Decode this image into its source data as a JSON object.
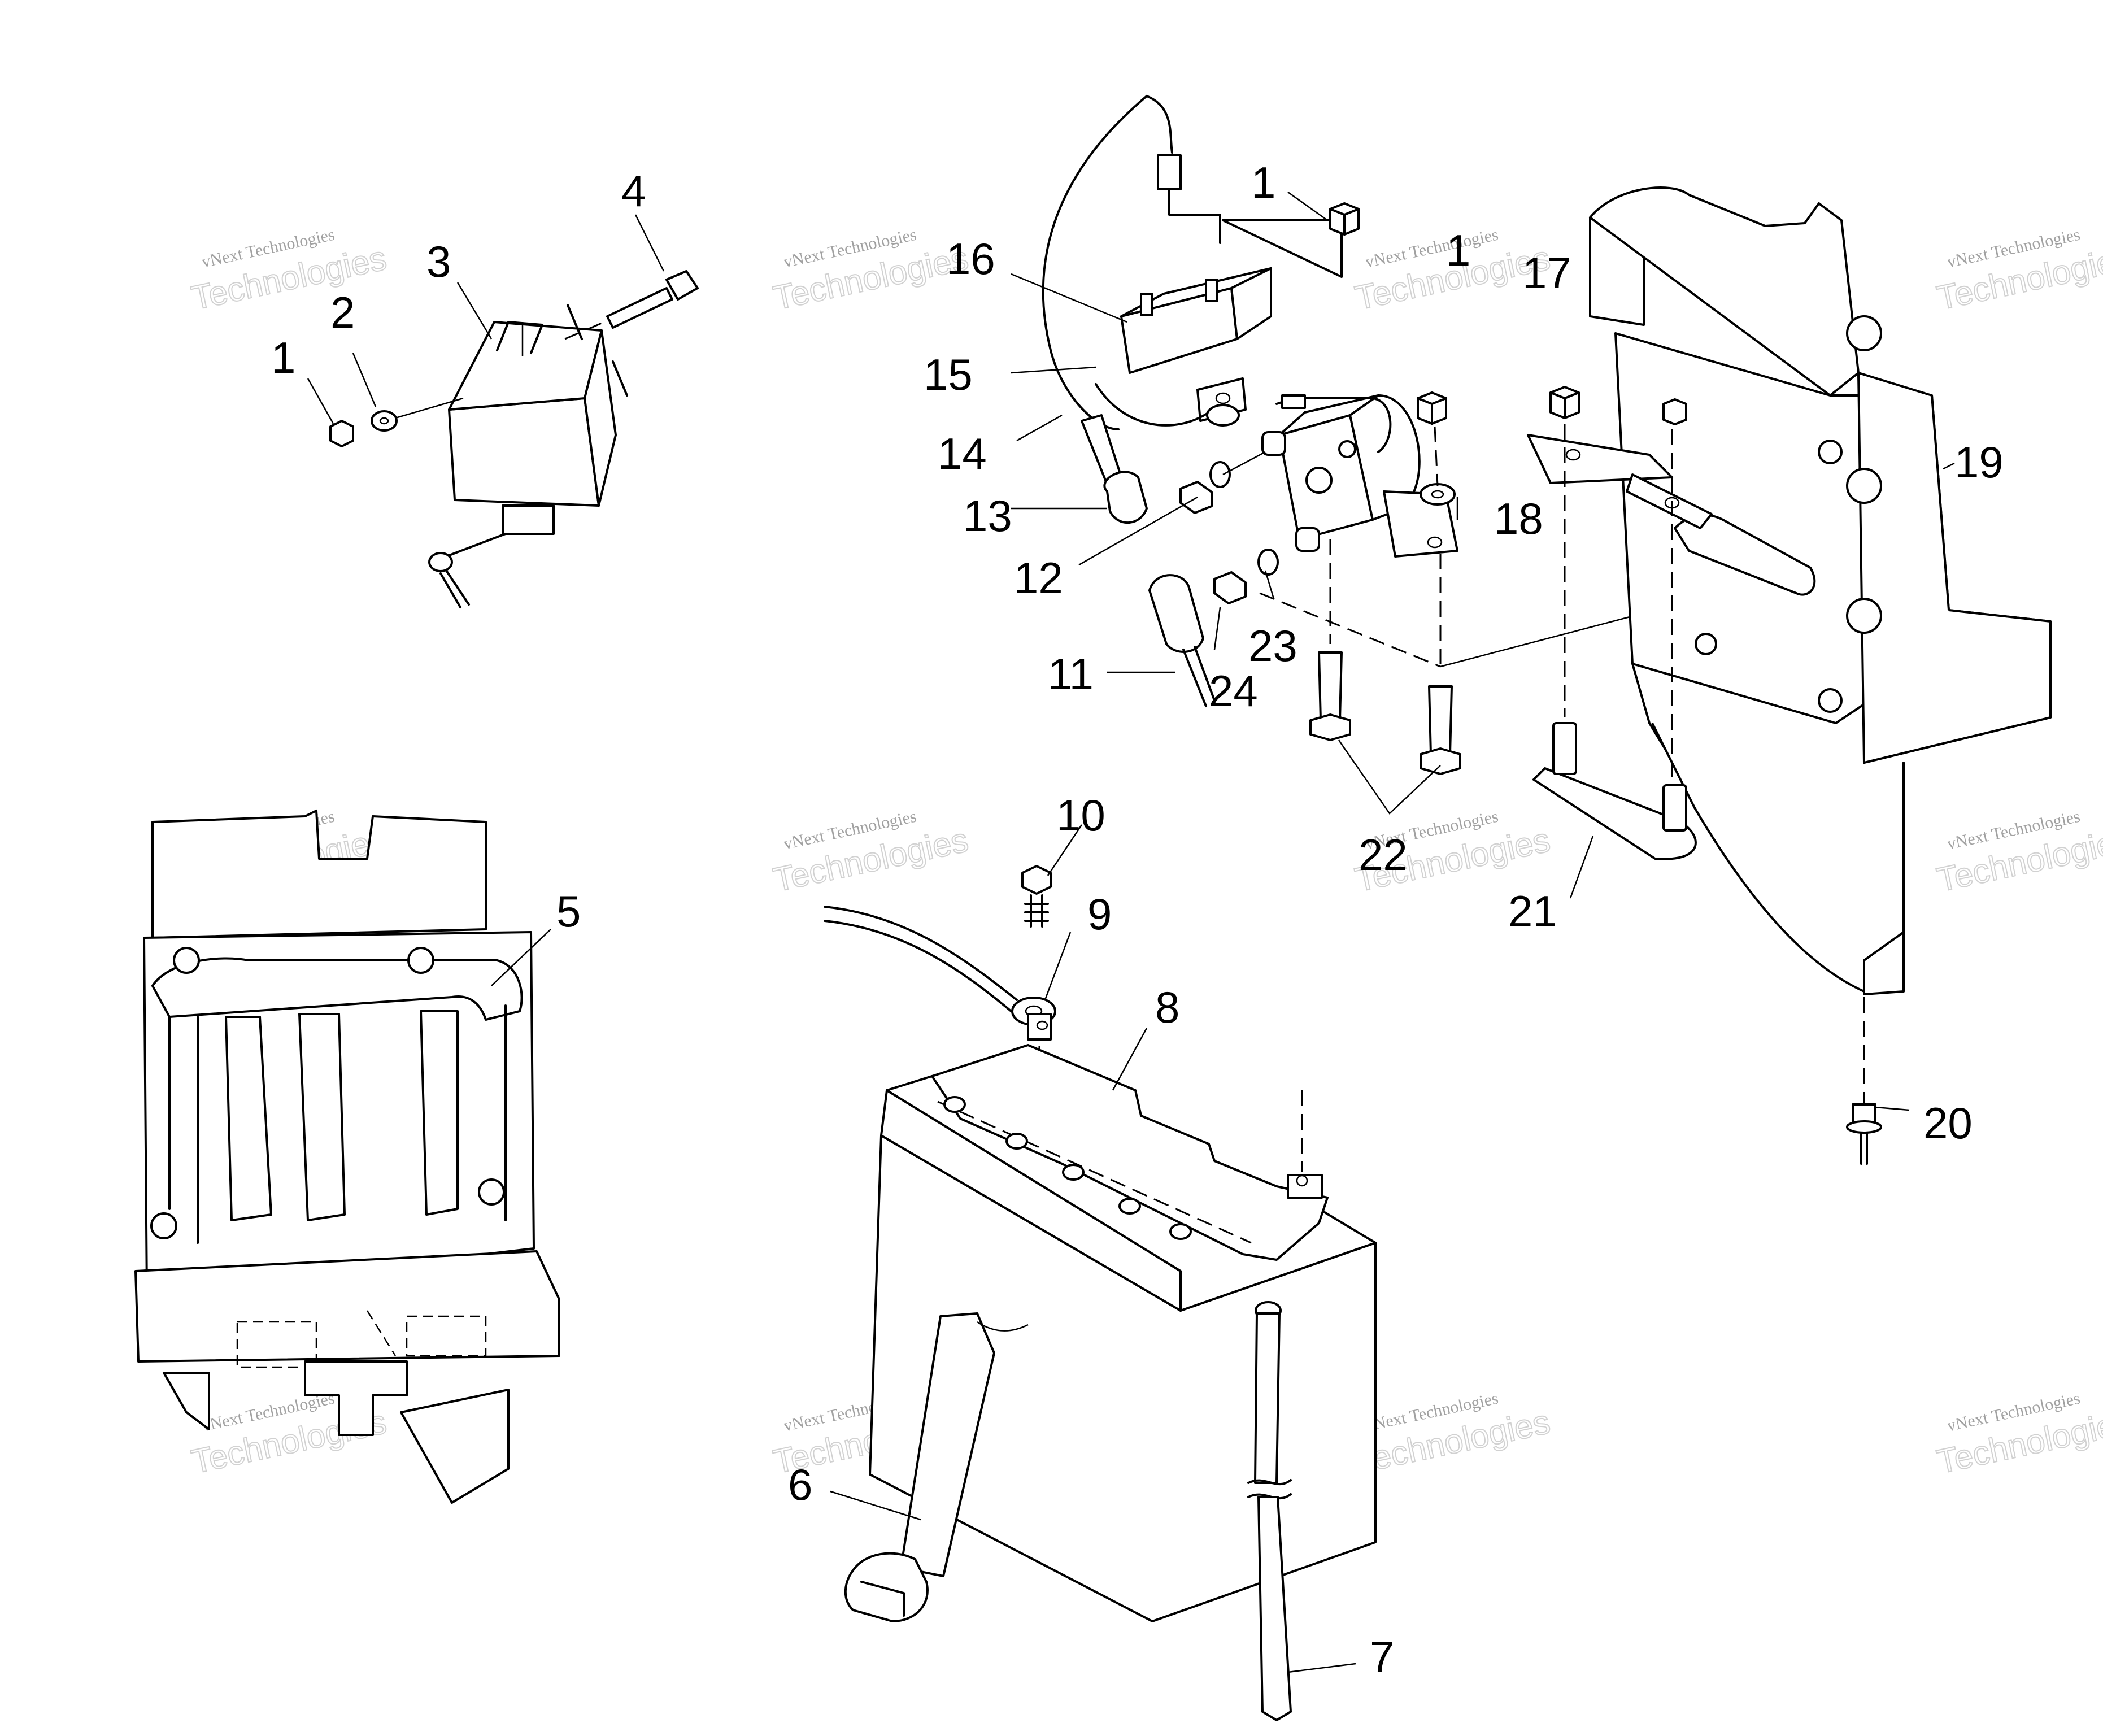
{
  "watermark": {
    "line1": "vNext Technologies",
    "line2": "Technologies"
  },
  "callouts": [
    {
      "id": "c1a",
      "label": "1"
    },
    {
      "id": "c2",
      "label": "2"
    },
    {
      "id": "c3",
      "label": "3"
    },
    {
      "id": "c4",
      "label": "4"
    },
    {
      "id": "c1b",
      "label": "1"
    },
    {
      "id": "c16",
      "label": "16"
    },
    {
      "id": "c15",
      "label": "15"
    },
    {
      "id": "c14",
      "label": "14"
    },
    {
      "id": "c13",
      "label": "13"
    },
    {
      "id": "c12",
      "label": "12"
    },
    {
      "id": "c11",
      "label": "11"
    },
    {
      "id": "c24",
      "label": "24"
    },
    {
      "id": "c23",
      "label": "23"
    },
    {
      "id": "c1c",
      "label": "1"
    },
    {
      "id": "c18",
      "label": "18"
    },
    {
      "id": "c17",
      "label": "17"
    },
    {
      "id": "c19",
      "label": "19"
    },
    {
      "id": "c22",
      "label": "22"
    },
    {
      "id": "c21",
      "label": "21"
    },
    {
      "id": "c20",
      "label": "20"
    },
    {
      "id": "c10",
      "label": "10"
    },
    {
      "id": "c9",
      "label": "9"
    },
    {
      "id": "c8",
      "label": "8"
    },
    {
      "id": "c5",
      "label": "5"
    },
    {
      "id": "c6",
      "label": "6"
    },
    {
      "id": "c7",
      "label": "7"
    }
  ]
}
